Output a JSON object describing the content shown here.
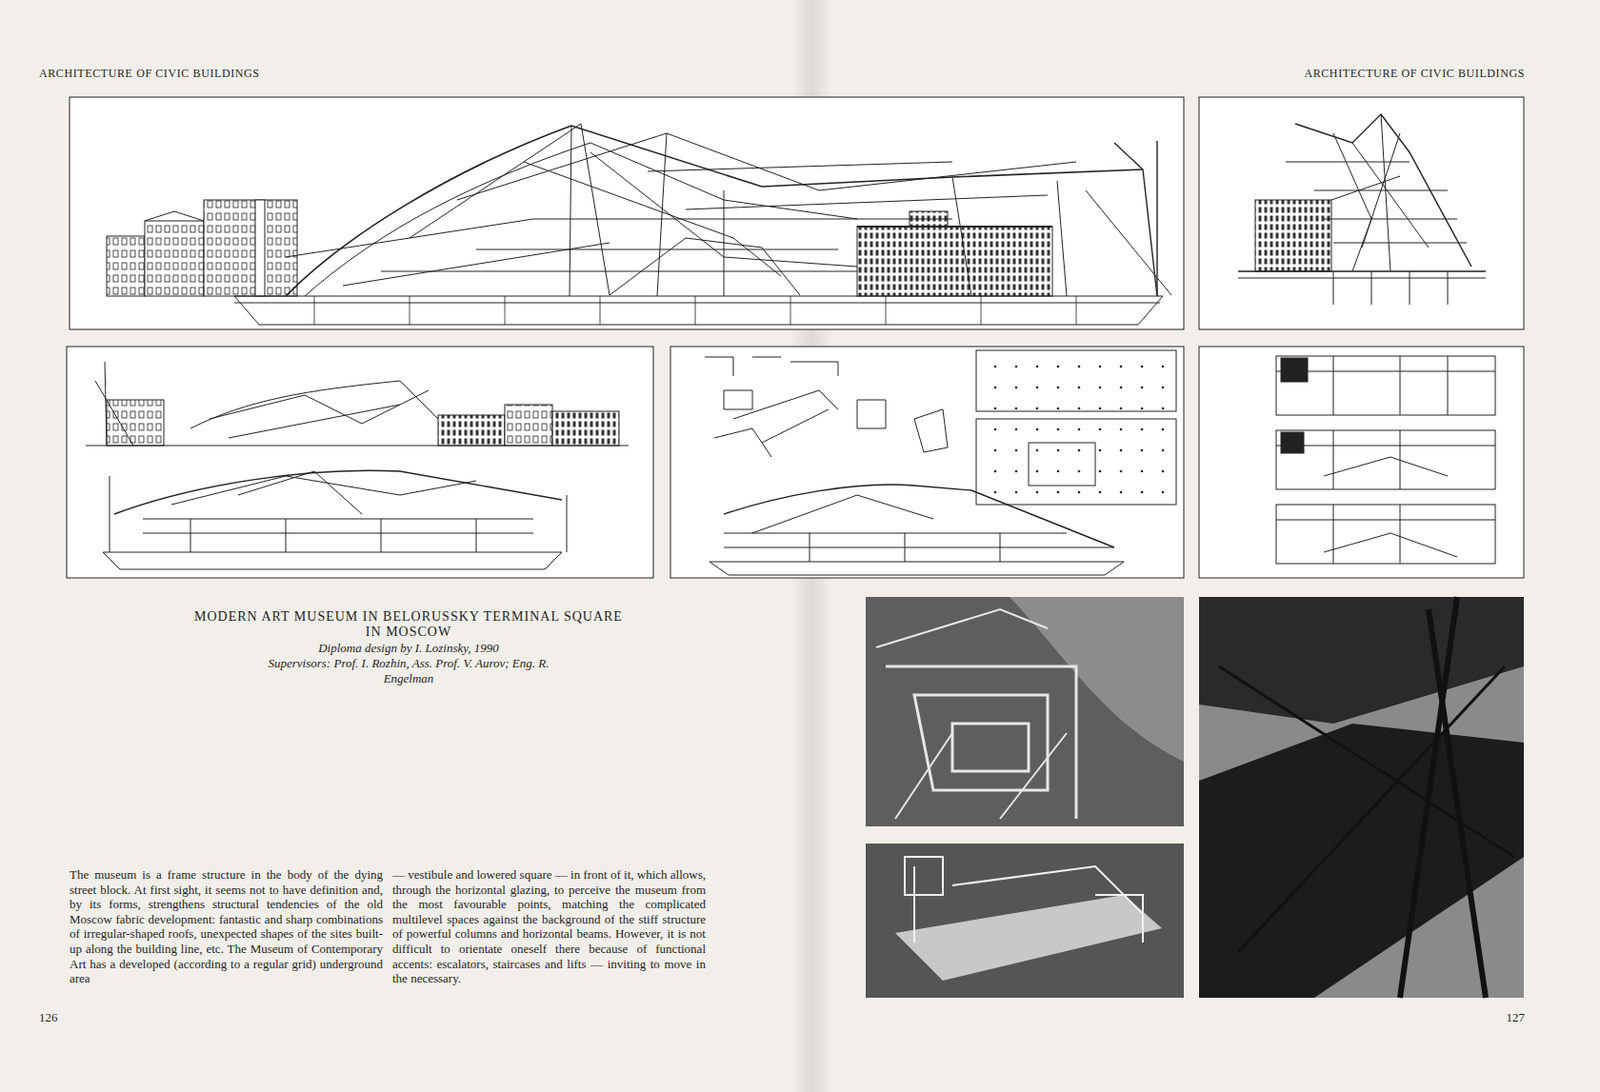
{
  "diagram": {
    "title": "MODERN ART MUSEUM IN BELORUSSKY TERMINAL SQUARE IN MOSCOW",
    "labels": [
      "ARCHITECTURE OF CIVIC BUILDINGS",
      "ARCHITECTURE OF CIVIC BUILDINGS",
      "Diploma design by I. Lozinsky, 1990",
      "Supervisors: Prof. I. Rozhin, Ass. Prof. V. Aurov; Eng. R. Engelman",
      "The museum is a frame structure in the body of the dying street block. At first sight, it seems not to have definition and, by its forms, strengthens structural tendencies of the old Moscow fabric development: fantastic and sharp combinations of irregular-shaped roofs, unexpected shapes of the sites built-up along the building line, etc. The Museum of Contemporary Art has a developed (according to a regular grid) underground area",
      "— vestibule and lowered square — in front of it, which allows, through the horizontal glazing, to perceive the museum from the most favourable points, matching the complicated multilevel spaces against the background of the stiff structure of powerful columns and horizontal beams. However, it is not difficult to orientate oneself there because of functional accents: escalators, staircases and lifts — inviting to move in the necessary.",
      "126",
      "127"
    ]
  }
}
